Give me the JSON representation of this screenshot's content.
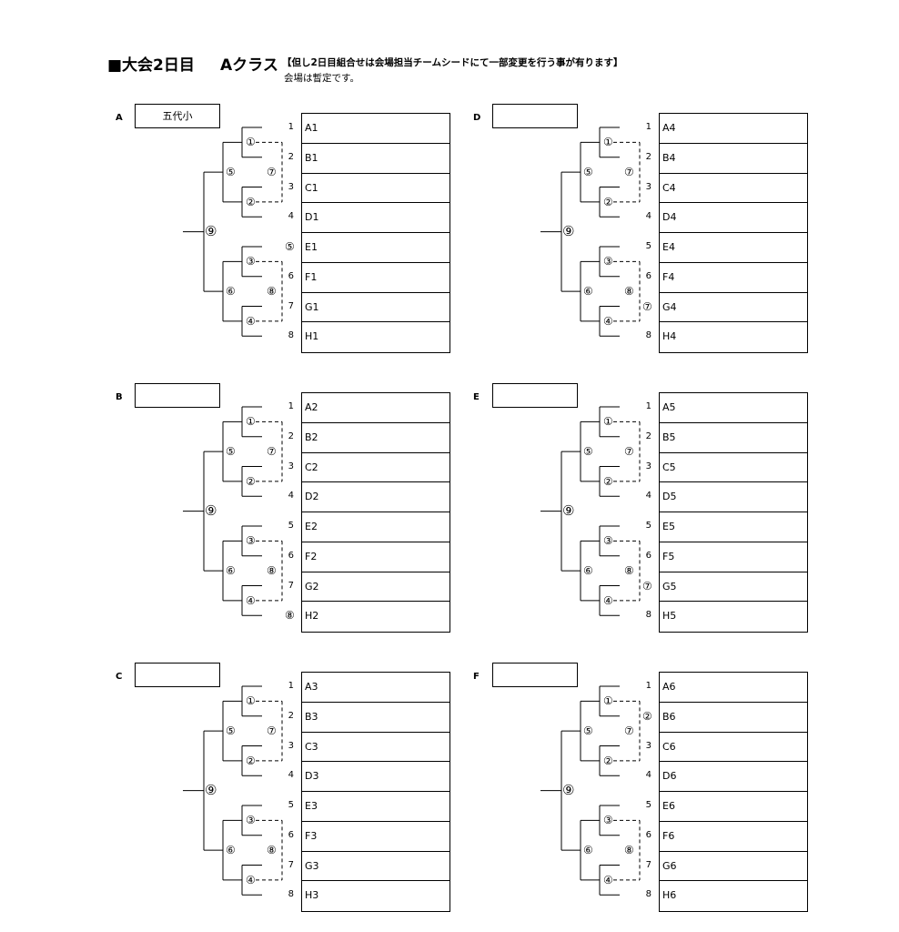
{
  "header": {
    "title": "■大会2日目",
    "class_label": "Aクラス",
    "notice": "【但し2日目組合せは会場担当チームシードにて一部変更を行う事が有ります】",
    "notice_line2": "会場は暫定です。"
  },
  "numbers": [
    "1",
    "2",
    "3",
    "4",
    "5",
    "6",
    "7",
    "8"
  ],
  "match_markers": {
    "m1": "①",
    "m2": "②",
    "m3": "③",
    "m4": "④",
    "m5": "⑤",
    "m6": "⑥",
    "m7": "⑦",
    "m8": "⑧",
    "m9": "⑨"
  },
  "blocks": [
    {
      "letter": "A",
      "team": "五代小",
      "slots": [
        "A1",
        "B1",
        "C1",
        "D1",
        "E1",
        "F1",
        "G1",
        "H1"
      ],
      "seeds": {
        "5": "⑤"
      }
    },
    {
      "letter": "B",
      "team": "",
      "slots": [
        "A2",
        "B2",
        "C2",
        "D2",
        "E2",
        "F2",
        "G2",
        "H2"
      ],
      "seeds": {
        "8": "⑧"
      }
    },
    {
      "letter": "C",
      "team": "",
      "slots": [
        "A3",
        "B3",
        "C3",
        "D3",
        "E3",
        "F3",
        "G3",
        "H3"
      ],
      "seeds": {}
    },
    {
      "letter": "D",
      "team": "",
      "slots": [
        "A4",
        "B4",
        "C4",
        "D4",
        "E4",
        "F4",
        "G4",
        "H4"
      ],
      "seeds": {
        "7": "⑦"
      }
    },
    {
      "letter": "E",
      "team": "",
      "slots": [
        "A5",
        "B5",
        "C5",
        "D5",
        "E5",
        "F5",
        "G5",
        "H5"
      ],
      "seeds": {
        "7": "⑦"
      }
    },
    {
      "letter": "F",
      "team": "",
      "slots": [
        "A6",
        "B6",
        "C6",
        "D6",
        "E6",
        "F6",
        "G6",
        "H6"
      ],
      "seeds": {
        "2": "②"
      }
    }
  ]
}
